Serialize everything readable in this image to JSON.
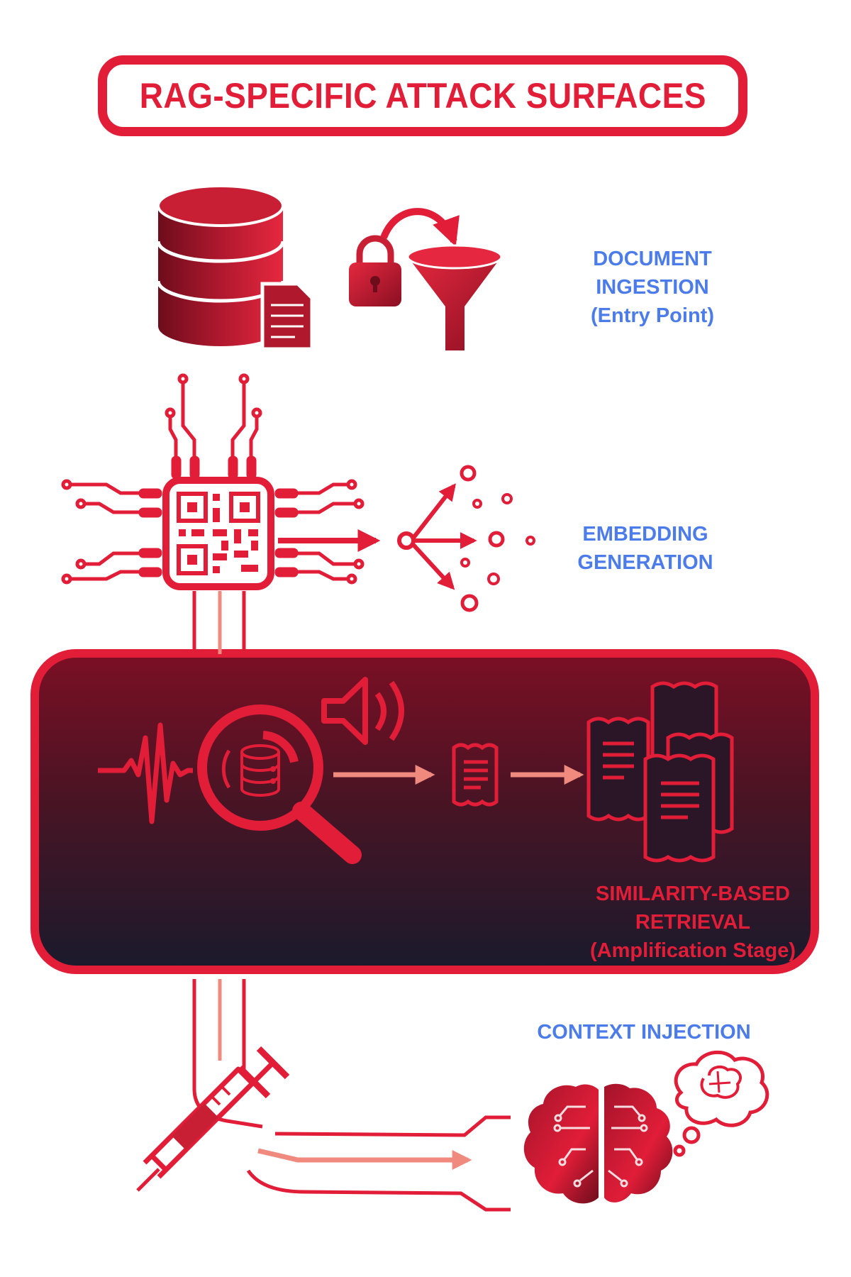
{
  "title": "RAG-SPECIFIC ATTACK SURFACES",
  "stages": [
    {
      "lines": [
        "DOCUMENT",
        "INGESTION",
        "(Entry Point)"
      ]
    },
    {
      "lines": [
        "EMBEDDING",
        "GENERATION"
      ]
    },
    {
      "lines": [
        "SIMILARITY-BASED",
        "RETRIEVAL",
        "(Amplification Stage)"
      ]
    },
    {
      "lines": [
        "CONTEXT INJECTION"
      ]
    }
  ],
  "icons": {
    "stage1": [
      "database-icon",
      "document-icon",
      "lock-icon",
      "curved-arrow-icon",
      "funnel-icon"
    ],
    "stage2": [
      "chip-icon",
      "qr-code-icon",
      "vector-spread-icon"
    ],
    "stage3": [
      "waveform-icon",
      "magnifier-database-icon",
      "speaker-icon",
      "document-packet-icon",
      "document-stack-icon"
    ],
    "stage4": [
      "syringe-icon",
      "brain-icon",
      "thought-bubble-icon"
    ]
  },
  "colors": {
    "primary_red": "#e11d38",
    "label_blue": "#4c7cea",
    "salmon_arrow": "#f08a7e",
    "panel_dark": "#1b1a2c"
  }
}
